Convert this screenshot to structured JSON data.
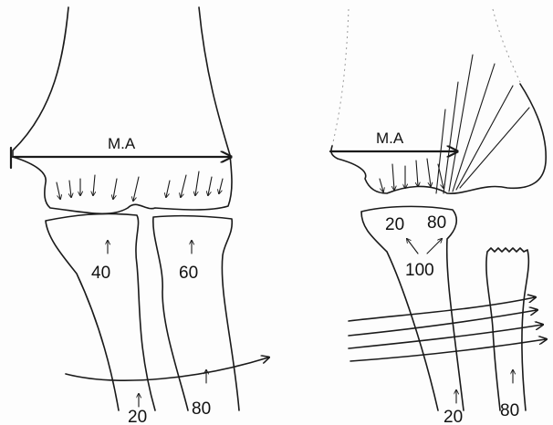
{
  "left_figure": {
    "moment_arm_label": "M.A",
    "radius_force": "40",
    "ulna_force": "60",
    "radius_shaft_force": "20",
    "ulna_shaft_force": "80"
  },
  "right_figure": {
    "moment_arm_label": "M.A",
    "radial_head_force_a": "20",
    "radial_head_force_b": "80",
    "radial_head_total": "100",
    "radius_shaft_force": "20",
    "ulna_shaft_force": "80"
  },
  "colors": {
    "ink": "#1a1a1a",
    "background": "#fdfdfd"
  }
}
